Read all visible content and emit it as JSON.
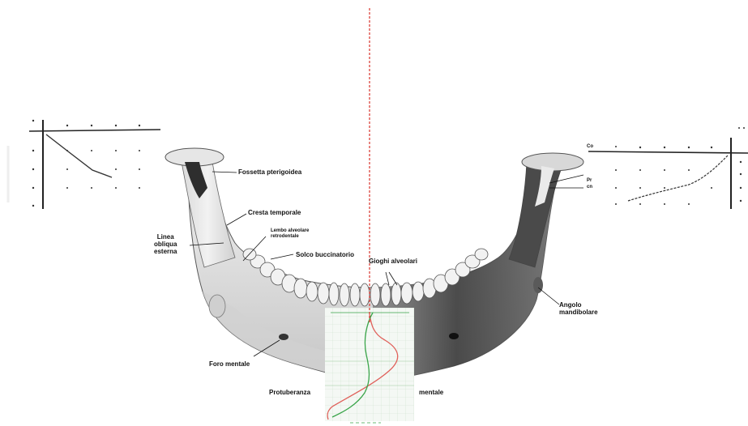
{
  "labels": {
    "fossetta": "Fossetta pterigoidea",
    "cresta": "Cresta temporale",
    "linea": "Linea\nobliqua\nesterna",
    "lembo": "Lembo alveolare\nretrodentale",
    "solco": "Solco buccinatorio",
    "gioghi": "Gioghi alveolari",
    "angolo": "Angolo\nmandibolare",
    "foro": "Foro mentale",
    "protuberanza": "Protuberanza",
    "mentale": "mentale"
  },
  "right_plot_labels": {
    "co": "Co",
    "pr": "Pr",
    "cn": "cn"
  },
  "colors": {
    "midline": "#d9332b",
    "curve_red": "#e0605a",
    "curve_green": "#3aa54a",
    "plot_panel": "#eef4ee",
    "bone_light": "#e8e8e8",
    "bone_mid": "#b4b4b4",
    "bone_dark": "#3a3a3a"
  },
  "icons": [
    "mandible-illustration",
    "left-scale-plot",
    "right-scale-plot",
    "center-profile-plot"
  ]
}
